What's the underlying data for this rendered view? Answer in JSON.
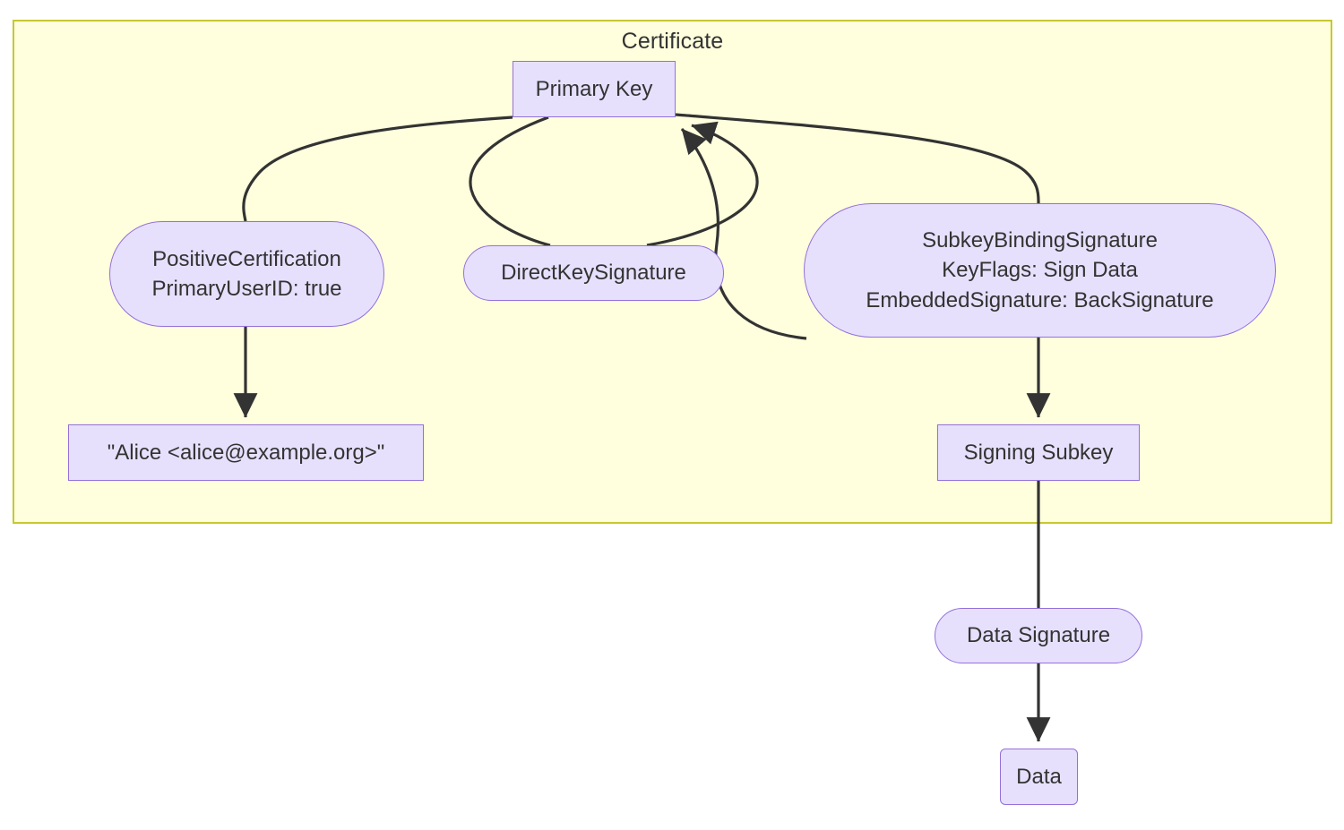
{
  "diagram": {
    "type": "flowchart",
    "title": "",
    "subgraph": {
      "label": "Certificate",
      "fill": "#ffffde",
      "stroke": "#c8c832"
    },
    "node_style": {
      "fill": "#e7e0fd",
      "stroke": "#9370db",
      "text": "#333333"
    },
    "edge_style": {
      "stroke": "#333333",
      "width": 3.2,
      "arrowhead": "filled-triangle"
    },
    "nodes": [
      {
        "id": "primary-key",
        "label": "Primary Key",
        "shape": "rect",
        "in_subgraph": true
      },
      {
        "id": "positive-cert",
        "label": "PositiveCertification\nPrimaryUserID: true",
        "shape": "stadium",
        "in_subgraph": true
      },
      {
        "id": "direct-key",
        "label": "DirectKeySignature",
        "shape": "stadium",
        "in_subgraph": true
      },
      {
        "id": "subkey-bind",
        "label": "SubkeyBindingSignature\nKeyFlags: Sign Data\nEmbeddedSignature: BackSignature",
        "shape": "stadium",
        "in_subgraph": true
      },
      {
        "id": "alice",
        "label": "\"Alice <alice@example.org>\"",
        "shape": "rect",
        "in_subgraph": true
      },
      {
        "id": "signing-subkey",
        "label": "Signing Subkey",
        "shape": "rect",
        "in_subgraph": true
      },
      {
        "id": "data-signature",
        "label": "Data Signature",
        "shape": "stadium",
        "in_subgraph": false
      },
      {
        "id": "data",
        "label": "Data",
        "shape": "round",
        "in_subgraph": false
      }
    ],
    "edges": [
      {
        "from": "primary-key",
        "to": "positive-cert",
        "arrow": false,
        "label": ""
      },
      {
        "from": "primary-key",
        "to": "direct-key",
        "arrow": false,
        "label": ""
      },
      {
        "from": "direct-key",
        "to": "primary-key",
        "arrow": true,
        "label": ""
      },
      {
        "from": "primary-key",
        "to": "subkey-bind",
        "arrow": false,
        "label": ""
      },
      {
        "from": "subkey-bind",
        "to": "primary-key",
        "arrow": true,
        "label": ""
      },
      {
        "from": "positive-cert",
        "to": "alice",
        "arrow": true,
        "label": ""
      },
      {
        "from": "subkey-bind",
        "to": "signing-subkey",
        "arrow": true,
        "label": ""
      },
      {
        "from": "signing-subkey",
        "to": "data-signature",
        "arrow": false,
        "label": ""
      },
      {
        "from": "data-signature",
        "to": "data",
        "arrow": true,
        "label": ""
      }
    ]
  }
}
